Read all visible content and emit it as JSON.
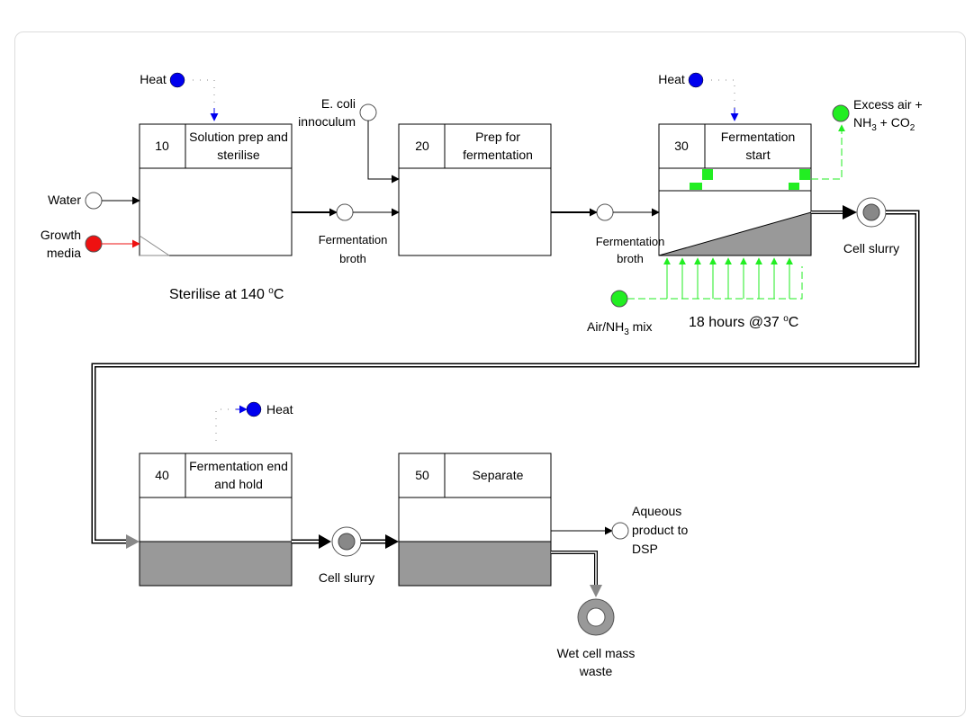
{
  "units": [
    {
      "number": "10",
      "title_lines": [
        "Solution prep and",
        "sterilise"
      ]
    },
    {
      "number": "20",
      "title_lines": [
        "Prep for",
        "fermentation"
      ]
    },
    {
      "number": "30",
      "title_lines": [
        "Fermentation",
        "start"
      ]
    },
    {
      "number": "40",
      "title_lines": [
        "Fermentation end",
        "and hold"
      ]
    },
    {
      "number": "50",
      "title_lines": [
        "Separate"
      ]
    }
  ],
  "streams": {
    "heat_top_left": "Heat",
    "heat_top_right": "Heat",
    "heat_bottom": "Heat",
    "water": "Water",
    "growth_media_lines": [
      "Growth",
      "media"
    ],
    "ecoli_lines": [
      "E. coli",
      "innoculum"
    ],
    "broth_1_lines": [
      "Fermentation",
      "broth"
    ],
    "broth_2_lines": [
      "Fermentation",
      "broth"
    ],
    "excess_air": {
      "line1": "Excess air +",
      "line2_a": "NH",
      "line2_sub1": "3",
      "line2_b": " + CO",
      "line2_sub2": "2"
    },
    "cell_slurry_1": "Cell slurry",
    "cell_slurry_2": "Cell slurry",
    "air_nh3": {
      "a": "Air/NH",
      "sub": "3",
      "b": " mix"
    },
    "aqueous_lines": [
      "Aqueous",
      "product to",
      "DSP"
    ],
    "wet_cell_lines": [
      "Wet cell mass",
      "waste"
    ]
  },
  "notes": {
    "sterilise": {
      "a": "Sterilise at 140 ",
      "sup": "o",
      "b": "C"
    },
    "ferment_time": {
      "a": "18 hours @37 ",
      "sup": "o",
      "b": "C"
    }
  },
  "colors": {
    "heat": "#0000ee",
    "growth_media": "#ee1111",
    "air_green": "#22ee22",
    "solids_grey": "#999999"
  }
}
